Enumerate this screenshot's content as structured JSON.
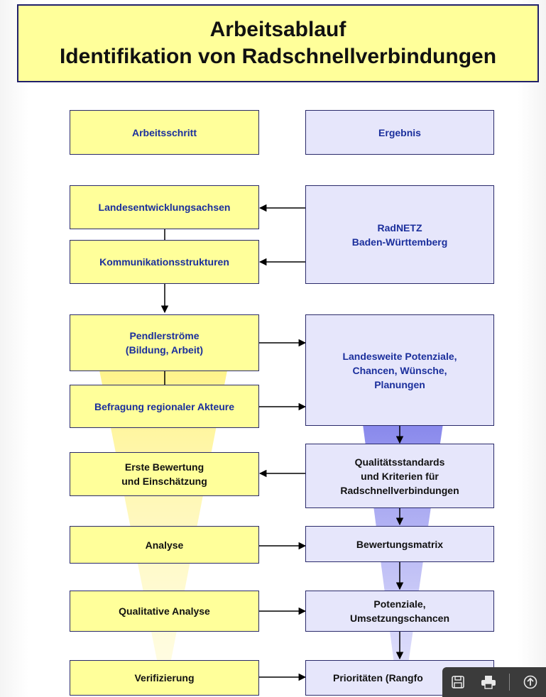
{
  "title": {
    "line1": "Arbeitsablauf",
    "line2": "Identifikation von Radschnellverbindungen"
  },
  "headers": {
    "left": "Arbeitsschritt",
    "right": "Ergebnis"
  },
  "steps": {
    "landesentwicklungsachsen": "Landesentwicklungsachsen",
    "kommunikationsstrukturen": "Kommunikationsstrukturen",
    "pendlerstroeme": "Pendlerströme\n(Bildung, Arbeit)",
    "befragung": "Befragung regionaler Akteure",
    "erste_bewertung": "Erste Bewertung\nund Einschätzung",
    "analyse": "Analyse",
    "qualitative_analyse": "Qualitative Analyse",
    "verifizierung": "Verifizierung"
  },
  "results": {
    "radnetz": "RadNETZ\nBaden-Württemberg",
    "potenziale_landesweit": "Landesweite Potenziale,\nChancen, Wünsche,\nPlanungen",
    "qualitaetsstandards": "Qualitätsstandards\nund Kriterien für\nRadschnellverbindungen",
    "bewertungsmatrix": "Bewertungsmatrix",
    "potenziale_umsetzung": "Potenziale,\nUmsetzungschancen",
    "prioritaeten": "Prioritäten (Rangfo"
  },
  "colors": {
    "title_fill": "#ffff9a",
    "left_box_fill": "#ffff9a",
    "right_box_fill": "#e6e6fb",
    "left_text": "#1b2f9c",
    "funnel_yellow": "#fff176",
    "funnel_blue": "#8c8cf0"
  },
  "toolbar": {
    "save_icon": "floppy-disk",
    "print_icon": "printer",
    "up_icon": "circle-arrow-up"
  }
}
